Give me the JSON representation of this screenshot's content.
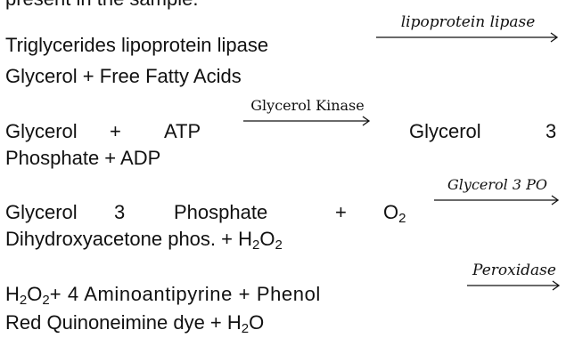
{
  "top_fragment": "present in the sample.",
  "reactions": [
    {
      "line1": "Triglycerides lipoprotein lipase",
      "enzyme": "lipoprotein lipase",
      "line2": "Glycerol + Free Fatty Acids"
    },
    {
      "line1_parts": [
        "Glycerol",
        "+",
        "ATP",
        "Glycerol",
        "3"
      ],
      "enzyme": "Glycerol Kinase",
      "line2": "Phosphate + ADP"
    },
    {
      "line1_parts": [
        "Glycerol",
        "3",
        "Phosphate",
        "+",
        "O"
      ],
      "o_sub": "2",
      "enzyme": "Glycerol 3 PO",
      "line2_a": "Dihydroxyacetone phos. + H",
      "sub1": "2",
      "line2_b": "O",
      "sub2": "2"
    },
    {
      "line1_a": "H",
      "sub1": "2",
      "line1_b": "O",
      "sub2": "2",
      "line1_c": "+ 4 Aminoantipyrine + Phenol",
      "enzyme": "Peroxidase",
      "line2_a": "Red Quinoneimine dye + H",
      "sub3": "2",
      "line2_b": "O"
    }
  ]
}
